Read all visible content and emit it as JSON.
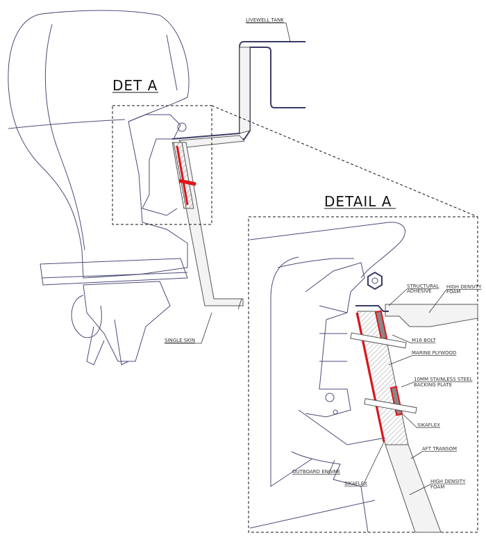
{
  "titles": {
    "det_a": "DET A",
    "detail_a": "DETAIL A"
  },
  "labels": {
    "livewell_tank": "LIVEWELL TANK",
    "single_skin": "SINGLE SKIN",
    "structural_adhesive_1": "STRUCTURAL",
    "structural_adhesive_2": "ADHESIVE",
    "high_density_foam_top_1": "HIGH DENSITY",
    "high_density_foam_top_2": "FOAM",
    "m16_bolt": "M16 BOLT",
    "marine_plywood": "MARINE PLYWOOD",
    "backing_plate_1": "10MM STAINLESS STEEL",
    "backing_plate_2": "BACKING PLATE",
    "sikaflex_upper": "SIKAFLEX",
    "sikaflex_lower": "SIKAFLEX",
    "aft_transom": "AFT TRANSOM",
    "high_density_foam_bottom_1": "HIGH DENSITY",
    "high_density_foam_bottom_2": "FOAM",
    "outboard_engine": "OUTBOARD ENGINE"
  },
  "colors": {
    "sealant": "#e0141b",
    "linework": "#4a4a78"
  }
}
